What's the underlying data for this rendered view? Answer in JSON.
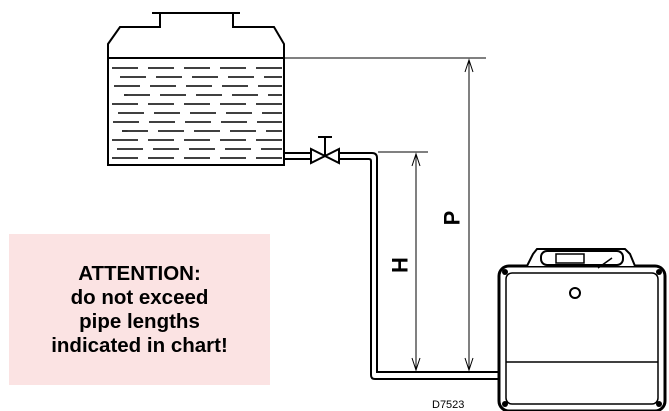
{
  "attention": {
    "lines": [
      "ATTENTION:",
      "do not exceed",
      "pipe lengths",
      "indicated in chart!"
    ]
  },
  "dimensions": {
    "h_label": "H",
    "p_label": "P"
  },
  "drawing_code": "D7523"
}
